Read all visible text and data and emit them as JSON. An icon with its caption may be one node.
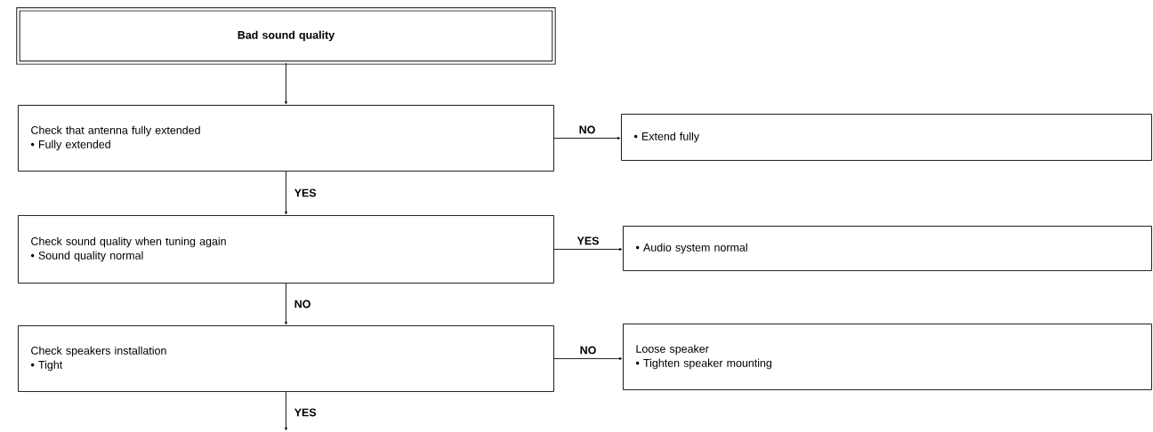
{
  "diagram": {
    "nodes": [
      {
        "text": [
          "Bad sound quality"
        ]
      },
      {
        "text": [
          "Check that antenna fully extended",
          "• Fully extended"
        ]
      },
      {
        "text": [
          "• Extend fully"
        ]
      },
      {
        "text": [
          "Check sound quality when tuning again",
          "• Sound quality normal"
        ]
      },
      {
        "text": [
          "• Audio system normal"
        ]
      },
      {
        "text": [
          "Check speakers installation",
          "• Tight"
        ]
      },
      {
        "text": [
          "Loose speaker",
          "• Tighten speaker mounting"
        ]
      }
    ],
    "edges": [
      {
        "from": 0,
        "to": 1,
        "arrow": "to"
      },
      {
        "from": 1,
        "to": 2,
        "label": "NO",
        "arrow": "to"
      },
      {
        "from": 1,
        "to": 3,
        "label": "YES",
        "arrow": "to"
      },
      {
        "from": 3,
        "to": 4,
        "label": "YES",
        "arrow": "to"
      },
      {
        "from": 3,
        "to": 5,
        "label": "NO",
        "arrow": "to"
      },
      {
        "from": 5,
        "to": 6,
        "label": "NO",
        "arrow": "to"
      },
      {
        "from": 5,
        "to": null,
        "label": "YES",
        "arrow": "to"
      }
    ]
  }
}
